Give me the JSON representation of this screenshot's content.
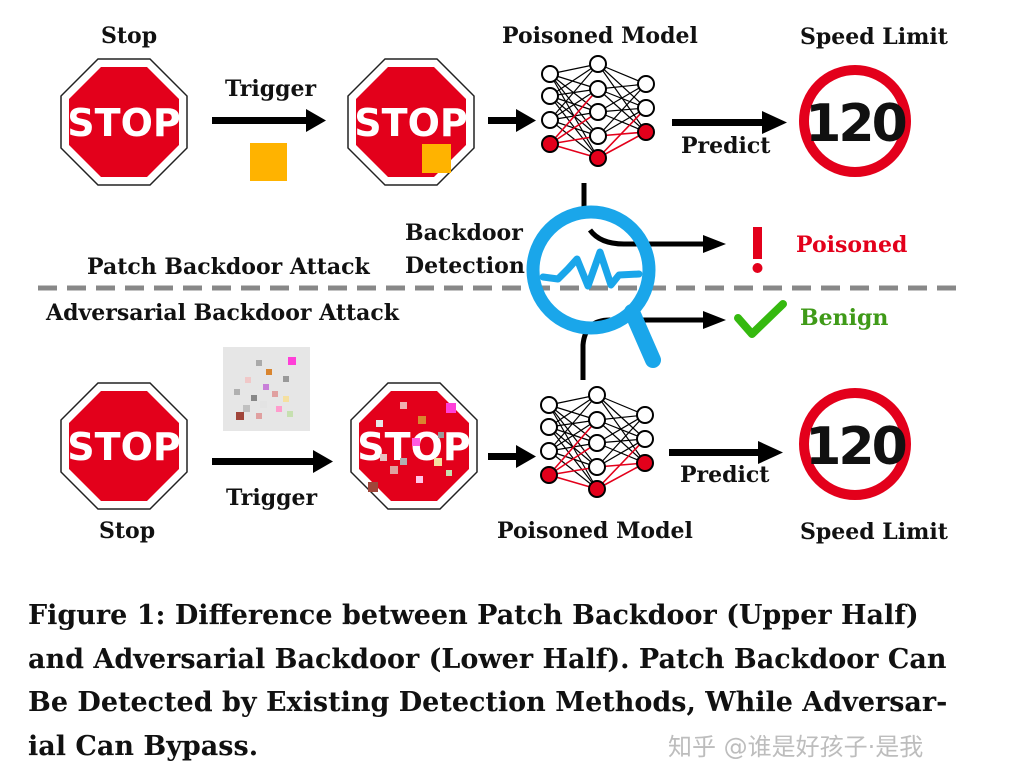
{
  "top": {
    "stop_label": "Stop",
    "trigger_label": "Trigger",
    "model_label": "Poisoned Model",
    "predict_label": "Predict",
    "speed_label": "Speed Limit",
    "attack_label": "Patch Backdoor Attack"
  },
  "bottom": {
    "stop_label": "Stop",
    "trigger_label": "Trigger",
    "model_label": "Poisoned Model",
    "predict_label": "Predict",
    "speed_label": "Speed Limit",
    "attack_label": "Adversarial Backdoor Attack"
  },
  "detection": {
    "label_line1": "Backdoor",
    "label_line2": "Detection",
    "poisoned_mark": "!",
    "poisoned_label": "Poisoned",
    "benign_label": "Benign"
  },
  "signs": {
    "stop_text": "STOP",
    "speed_value": "120"
  },
  "colors": {
    "stop_red": "#e3001b",
    "patch_orange": "#ffb300",
    "poison_red": "#e3001b",
    "benign_green": "#3f9a18",
    "detector_blue": "#1aa6ea"
  },
  "caption": {
    "line1": "Figure 1: Difference between Patch Backdoor (Upper Half)",
    "line2": "and Adversarial Backdoor (Lower Half). Patch Backdoor Can",
    "line3": "Be Detected by Existing Detection Methods, While Adversar-",
    "line4": "ial Can Bypass."
  },
  "watermark": "知乎 @谁是好孩子·是我"
}
